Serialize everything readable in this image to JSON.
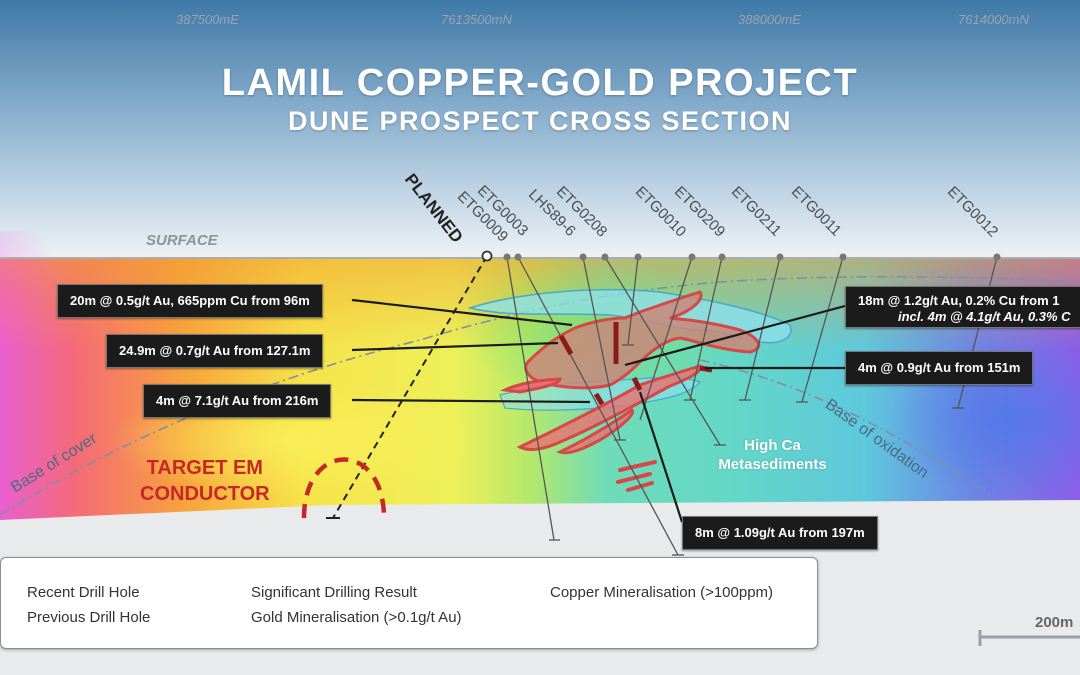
{
  "coordinates": {
    "e1": "387500mE",
    "n1": "7613500mN",
    "e2": "388000mE",
    "n2": "7614000mN"
  },
  "title": {
    "main": "LAMIL COPPER-GOLD PROJECT",
    "subtitle": "DUNE PROSPECT CROSS SECTION"
  },
  "surface_label": "SURFACE",
  "planned_label": "PLANNED",
  "drill_holes": [
    {
      "id": "ETG0009",
      "type": "previous"
    },
    {
      "id": "ETG0003",
      "type": "previous"
    },
    {
      "id": "LHS89-6",
      "type": "previous"
    },
    {
      "id": "ETG0208",
      "type": "recent"
    },
    {
      "id": "ETG0010",
      "type": "previous"
    },
    {
      "id": "ETG0209",
      "type": "recent"
    },
    {
      "id": "ETG0211",
      "type": "recent"
    },
    {
      "id": "ETG0011",
      "type": "previous"
    },
    {
      "id": "ETG0012",
      "type": "previous"
    }
  ],
  "callouts": {
    "c1": "20m @ 0.5g/t Au, 665ppm Cu from 96m",
    "c2": "24.9m @ 0.7g/t Au from 127.1m",
    "c3": "4m @ 7.1g/t Au from 216m",
    "c4_line1": "18m @ 1.2g/t Au, 0.2% Cu from 1",
    "c4_line2": "incl. 4m @ 4.1g/t Au, 0.3% C",
    "c5": "4m @ 0.9g/t Au from 151m",
    "c6": "8m @ 1.09g/t Au from 197m"
  },
  "geology": {
    "high_ca_line1": "High Ca",
    "high_ca_line2": "Metasediments",
    "base_of_cover": "Base of cover",
    "base_of_oxidation": "Base of oxidation",
    "target_line1": "TARGET EM",
    "target_line2": "CONDUCTOR"
  },
  "legend": {
    "recent_hole": "Recent Drill Hole",
    "previous_hole": "Previous Drill Hole",
    "significant_result": "Significant Drilling Result",
    "gold_min": "Gold Mineralisation (>0.1g/t Au)",
    "copper_min": "Copper Mineralisation (>100ppm)"
  },
  "scale_label": "200m",
  "colors": {
    "significant_result": "#8b1a1a",
    "gold_mineralisation": "#e05050",
    "copper_mineralisation": "#8ee0f0",
    "target": "#c62828"
  }
}
